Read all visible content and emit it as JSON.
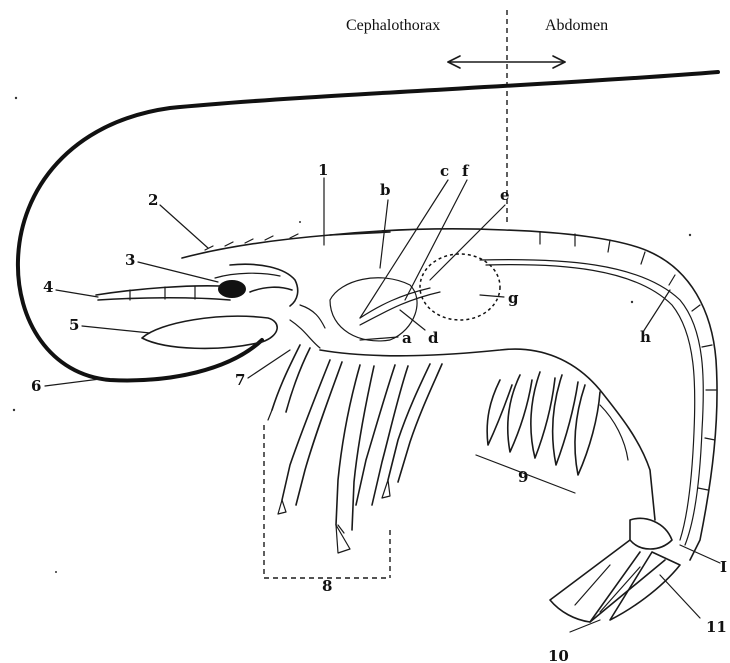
{
  "header": {
    "left_region": "Cephalothorax",
    "right_region": "Abdomen"
  },
  "labels": {
    "n1": "1",
    "n2": "2",
    "n3": "3",
    "n4": "4",
    "n5": "5",
    "n6": "6",
    "n7": "7",
    "n8": "8",
    "n9": "9",
    "n10": "10",
    "n11": "11",
    "nI": "I",
    "a": "a",
    "b": "b",
    "c": "c",
    "d": "d",
    "e": "e",
    "f": "f",
    "g": "g",
    "h": "h"
  }
}
